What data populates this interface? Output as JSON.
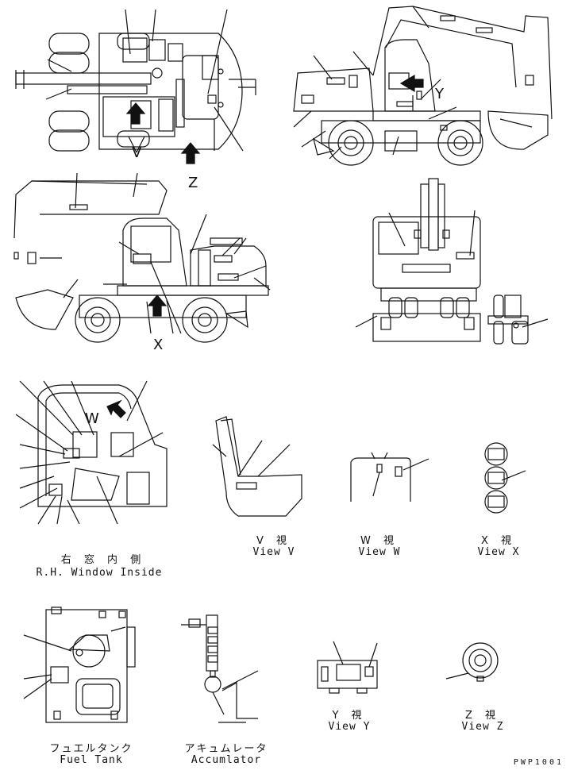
{
  "callouts": {
    "V": "V",
    "W": "W",
    "X": "X",
    "Y": "Y",
    "Z": "Z"
  },
  "views": {
    "rh_window_inside": {
      "jp": "右 窓 内 側",
      "en": "R.H. Window Inside"
    },
    "view_v": {
      "jp": "V 視",
      "en": "View V"
    },
    "view_w": {
      "jp": "W 視",
      "en": "View W"
    },
    "view_x": {
      "jp": "X 視",
      "en": "View X"
    },
    "view_y": {
      "jp": "Y 視",
      "en": "View Y"
    },
    "view_z": {
      "jp": "Z 視",
      "en": "View Z"
    },
    "fuel_tank": {
      "jp": "フュエルタンク",
      "en": "Fuel Tank"
    },
    "accumulator": {
      "jp": "アキュムレータ",
      "en": "Accumlator"
    }
  },
  "drawing_code": "PWP1001"
}
